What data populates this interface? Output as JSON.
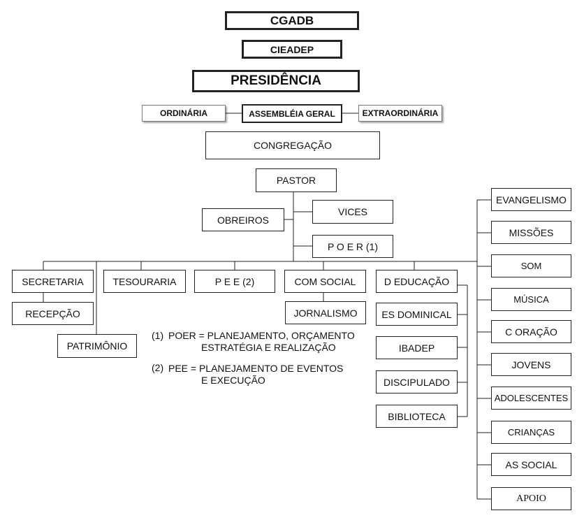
{
  "boxes": {
    "cgadb": "CGADB",
    "cieadep": "CIEADEP",
    "presidencia": "PRESIDÊNCIA",
    "ordinaria": "ORDINÁRIA",
    "assembleia": "ASSEMBLÉIA GERAL",
    "extraordinaria": "EXTRAORDINÁRIA",
    "congregacao": "CONGREGAÇÃO",
    "pastor": "PASTOR",
    "obreiros": "OBREIROS",
    "vices": "VICES",
    "poer": "P O E R (1)",
    "secretaria": "SECRETARIA",
    "recepcao": "RECEPÇÃO",
    "patrimonio": "PATRIMÔNIO",
    "tesouraria": "TESOURARIA",
    "pee": "P E E (2)",
    "com_social": "COM SOCIAL",
    "jornalismo": "JORNALISMO",
    "d_educacao": "D EDUCAÇÃO",
    "es_dominical": "ES DOMINICAL",
    "ibadep": "IBADEP",
    "discipulado": "DISCIPULADO",
    "biblioteca": "BIBLIOTECA"
  },
  "ministries": [
    "EVANGELISMO",
    "MISSÕES",
    "SOM",
    "MÚSICA",
    "C ORAÇÃO",
    "JOVENS",
    "ADOLESCENTES",
    "CRIANÇAS",
    "AS SOCIAL",
    "APOIO"
  ],
  "notes": {
    "n1_num": "(1)",
    "n1_line1": "POER = PLANEJAMENTO, ORÇAMENTO",
    "n1_line2": "ESTRATÉGIA E REALIZAÇÃO",
    "n2_num": "(2)",
    "n2_line1": "PEE = PLANEJAMENTO DE EVENTOS",
    "n2_line2": "E EXECUÇÃO"
  }
}
